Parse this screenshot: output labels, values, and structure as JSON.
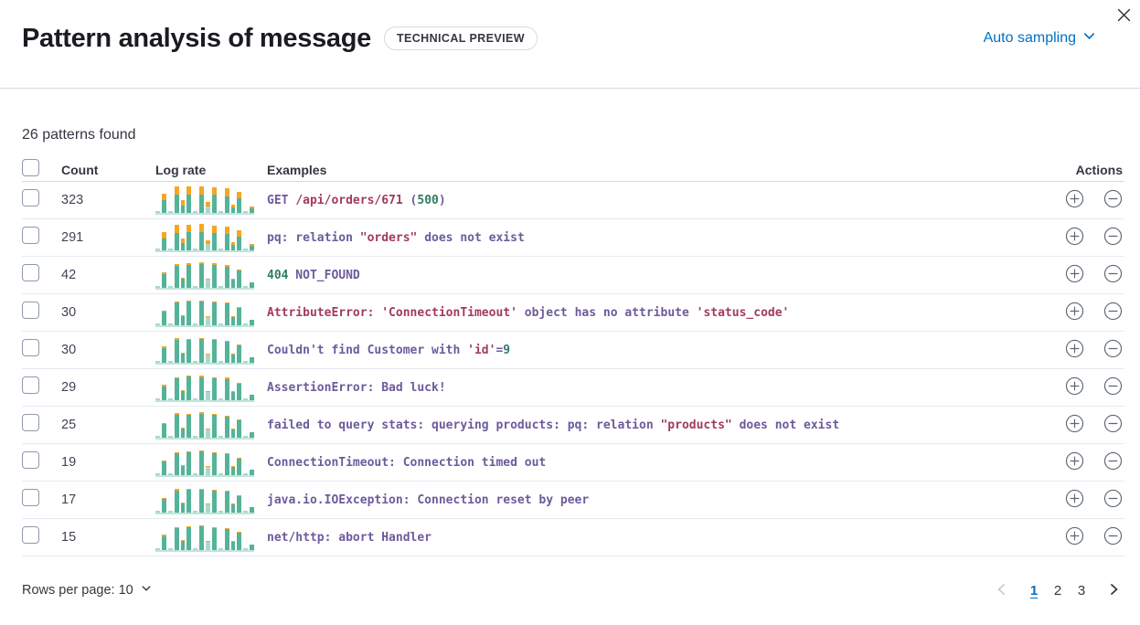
{
  "colors": {
    "accent": "#0071c2",
    "teal": "#54b399",
    "orange": "#f5a623",
    "tok-purple": "#6d5a9c",
    "tok-red": "#a23a5f",
    "tok-green": "#2e7d64"
  },
  "header": {
    "title": "Pattern analysis of message",
    "badge": "TECHNICAL PREVIEW",
    "sampling_label": "Auto sampling",
    "close_icon": "✕",
    "chevron_down_icon": "⌄"
  },
  "summary": {
    "patterns_found": "26 patterns found"
  },
  "table": {
    "columns": {
      "count": "Count",
      "log_rate": "Log rate",
      "examples": "Examples",
      "actions": "Actions"
    },
    "action_icons": {
      "filter_in": "plus-in-circle",
      "filter_out": "minus-in-circle"
    },
    "rows": [
      {
        "count": "323",
        "tokens": [
          [
            "p",
            "GET "
          ],
          [
            "r",
            "/api/orders/671"
          ],
          [
            "p",
            " ("
          ],
          [
            "g",
            "500"
          ],
          [
            "p",
            ")"
          ]
        ],
        "bars": [
          [
            2,
            0,
            1
          ],
          [
            14,
            7,
            0
          ],
          [
            2,
            0,
            1
          ],
          [
            20,
            9,
            0
          ],
          [
            8,
            6,
            0
          ],
          [
            20,
            9,
            0
          ],
          [
            2,
            0,
            1
          ],
          [
            20,
            9,
            0
          ],
          [
            7,
            5,
            1
          ],
          [
            20,
            8,
            0
          ],
          [
            2,
            0,
            1
          ],
          [
            18,
            9,
            0
          ],
          [
            6,
            3,
            0
          ],
          [
            16,
            7,
            0
          ],
          [
            2,
            0,
            1
          ],
          [
            5,
            2,
            0
          ]
        ]
      },
      {
        "count": "291",
        "tokens": [
          [
            "p",
            "pq: relation "
          ],
          [
            "r",
            "\"orders\""
          ],
          [
            "p",
            " does not exist"
          ]
        ],
        "bars": [
          [
            2,
            0,
            1
          ],
          [
            13,
            7,
            0
          ],
          [
            2,
            0,
            1
          ],
          [
            19,
            9,
            0
          ],
          [
            8,
            5,
            0
          ],
          [
            20,
            8,
            0
          ],
          [
            2,
            0,
            1
          ],
          [
            20,
            9,
            0
          ],
          [
            7,
            4,
            1
          ],
          [
            19,
            8,
            0
          ],
          [
            2,
            0,
            1
          ],
          [
            18,
            8,
            0
          ],
          [
            6,
            3,
            0
          ],
          [
            15,
            7,
            0
          ],
          [
            2,
            0,
            1
          ],
          [
            5,
            2,
            0
          ]
        ]
      },
      {
        "count": "42",
        "tokens": [
          [
            "g",
            "404"
          ],
          [
            "p",
            " NOT_FOUND"
          ]
        ],
        "bars": [
          [
            2,
            0,
            1
          ],
          [
            15,
            2,
            0
          ],
          [
            2,
            0,
            1
          ],
          [
            24,
            2,
            0
          ],
          [
            10,
            1,
            0
          ],
          [
            25,
            2,
            0
          ],
          [
            2,
            0,
            1
          ],
          [
            26,
            2,
            0
          ],
          [
            9,
            1,
            1
          ],
          [
            25,
            2,
            0
          ],
          [
            2,
            0,
            1
          ],
          [
            23,
            2,
            0
          ],
          [
            9,
            1,
            0
          ],
          [
            19,
            1,
            0
          ],
          [
            2,
            0,
            1
          ],
          [
            6,
            0,
            0
          ]
        ]
      },
      {
        "count": "30",
        "tokens": [
          [
            "r",
            "AttributeError:"
          ],
          [
            "p",
            " "
          ],
          [
            "r",
            "'ConnectionTimeout'"
          ],
          [
            "p",
            " object has no attribute "
          ],
          [
            "r",
            "'status_code'"
          ]
        ],
        "bars": [
          [
            2,
            0,
            1
          ],
          [
            15,
            1,
            0
          ],
          [
            2,
            0,
            1
          ],
          [
            25,
            1,
            0
          ],
          [
            10,
            1,
            0
          ],
          [
            26,
            1,
            0
          ],
          [
            2,
            0,
            1
          ],
          [
            26,
            1,
            0
          ],
          [
            9,
            1,
            1
          ],
          [
            25,
            1,
            0
          ],
          [
            2,
            0,
            1
          ],
          [
            24,
            1,
            0
          ],
          [
            9,
            1,
            0
          ],
          [
            19,
            1,
            0
          ],
          [
            2,
            0,
            1
          ],
          [
            6,
            0,
            0
          ]
        ]
      },
      {
        "count": "30",
        "tokens": [
          [
            "p",
            "Couldn't find Customer with "
          ],
          [
            "r",
            "'id'"
          ],
          [
            "p",
            "="
          ],
          [
            "g",
            "9"
          ]
        ],
        "bars": [
          [
            2,
            0,
            1
          ],
          [
            16,
            2,
            0
          ],
          [
            2,
            0,
            1
          ],
          [
            25,
            2,
            0
          ],
          [
            10,
            1,
            0
          ],
          [
            25,
            1,
            0
          ],
          [
            2,
            0,
            1
          ],
          [
            26,
            1,
            0
          ],
          [
            9,
            1,
            1
          ],
          [
            25,
            1,
            0
          ],
          [
            2,
            0,
            1
          ],
          [
            23,
            1,
            0
          ],
          [
            9,
            1,
            0
          ],
          [
            19,
            1,
            0
          ],
          [
            2,
            0,
            1
          ],
          [
            6,
            0,
            0
          ]
        ]
      },
      {
        "count": "29",
        "tokens": [
          [
            "p",
            "AssertionError: Bad luck!"
          ]
        ],
        "bars": [
          [
            2,
            0,
            1
          ],
          [
            15,
            2,
            0
          ],
          [
            2,
            0,
            1
          ],
          [
            24,
            1,
            0
          ],
          [
            10,
            1,
            0
          ],
          [
            26,
            1,
            0
          ],
          [
            2,
            0,
            1
          ],
          [
            25,
            2,
            0
          ],
          [
            9,
            1,
            1
          ],
          [
            24,
            1,
            0
          ],
          [
            2,
            0,
            1
          ],
          [
            23,
            2,
            0
          ],
          [
            9,
            1,
            0
          ],
          [
            18,
            1,
            0
          ],
          [
            2,
            0,
            1
          ],
          [
            6,
            0,
            0
          ]
        ]
      },
      {
        "count": "25",
        "tokens": [
          [
            "p",
            "failed to query stats: querying products: pq: relation "
          ],
          [
            "r",
            "\"products\""
          ],
          [
            "p",
            " does not exist"
          ]
        ],
        "bars": [
          [
            2,
            0,
            1
          ],
          [
            15,
            1,
            0
          ],
          [
            2,
            0,
            1
          ],
          [
            25,
            2,
            0
          ],
          [
            10,
            1,
            0
          ],
          [
            25,
            1,
            0
          ],
          [
            2,
            0,
            1
          ],
          [
            26,
            2,
            0
          ],
          [
            9,
            1,
            1
          ],
          [
            25,
            1,
            0
          ],
          [
            2,
            0,
            1
          ],
          [
            23,
            1,
            0
          ],
          [
            9,
            1,
            0
          ],
          [
            19,
            1,
            0
          ],
          [
            2,
            0,
            1
          ],
          [
            6,
            0,
            0
          ]
        ]
      },
      {
        "count": "19",
        "tokens": [
          [
            "p",
            "ConnectionTimeout: Connection timed out"
          ]
        ],
        "bars": [
          [
            2,
            0,
            1
          ],
          [
            15,
            1,
            0
          ],
          [
            2,
            0,
            1
          ],
          [
            24,
            1,
            0
          ],
          [
            10,
            1,
            0
          ],
          [
            25,
            1,
            0
          ],
          [
            2,
            0,
            1
          ],
          [
            26,
            1,
            0
          ],
          [
            9,
            1,
            1
          ],
          [
            24,
            1,
            0
          ],
          [
            2,
            0,
            1
          ],
          [
            23,
            1,
            0
          ],
          [
            9,
            1,
            0
          ],
          [
            18,
            1,
            0
          ],
          [
            2,
            0,
            1
          ],
          [
            6,
            0,
            0
          ]
        ]
      },
      {
        "count": "17",
        "tokens": [
          [
            "p",
            "java.io.IOException: Connection reset by peer"
          ]
        ],
        "bars": [
          [
            2,
            0,
            1
          ],
          [
            15,
            1,
            0
          ],
          [
            2,
            0,
            1
          ],
          [
            24,
            2,
            0
          ],
          [
            10,
            1,
            0
          ],
          [
            25,
            1,
            0
          ],
          [
            2,
            0,
            1
          ],
          [
            25,
            1,
            0
          ],
          [
            9,
            1,
            1
          ],
          [
            24,
            1,
            0
          ],
          [
            2,
            0,
            1
          ],
          [
            23,
            1,
            0
          ],
          [
            9,
            1,
            0
          ],
          [
            18,
            1,
            0
          ],
          [
            2,
            0,
            1
          ],
          [
            6,
            0,
            0
          ]
        ]
      },
      {
        "count": "15",
        "tokens": [
          [
            "p",
            "net/http: abort Handler"
          ]
        ],
        "bars": [
          [
            2,
            0,
            1
          ],
          [
            15,
            2,
            0
          ],
          [
            2,
            0,
            1
          ],
          [
            24,
            1,
            0
          ],
          [
            10,
            1,
            0
          ],
          [
            25,
            1,
            0
          ],
          [
            2,
            0,
            1
          ],
          [
            26,
            1,
            0
          ],
          [
            9,
            1,
            1
          ],
          [
            24,
            1,
            0
          ],
          [
            2,
            0,
            1
          ],
          [
            23,
            1,
            0
          ],
          [
            9,
            1,
            0
          ],
          [
            19,
            1,
            0
          ],
          [
            2,
            0,
            1
          ],
          [
            6,
            0,
            0
          ]
        ]
      }
    ]
  },
  "footer": {
    "rows_per_page_label": "Rows per page: 10",
    "pagination": {
      "pages": [
        "1",
        "2",
        "3"
      ],
      "active_page": "1",
      "prev_icon": "chevron-left",
      "next_icon": "chevron-right"
    }
  }
}
